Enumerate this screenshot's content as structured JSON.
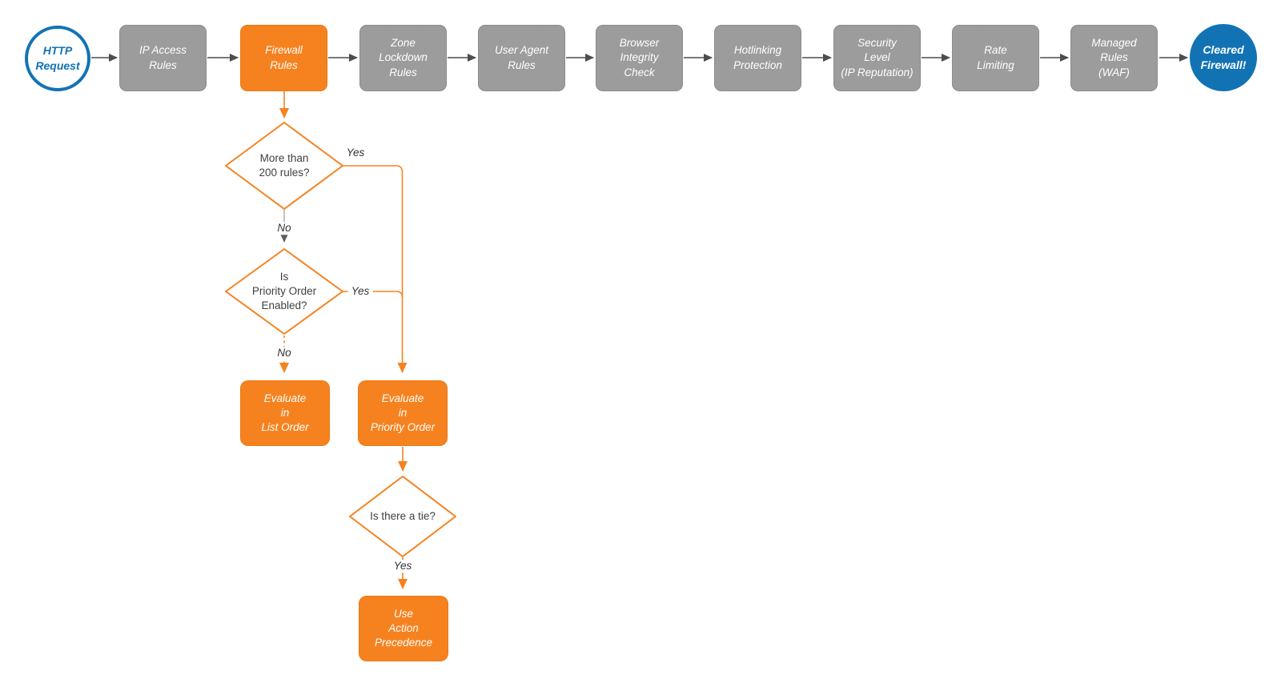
{
  "colors": {
    "orange": "#F6821F",
    "gray": "#9C9C9C",
    "blue": "#1273B4",
    "arrow_dark": "#4D4D4D"
  },
  "nodes": {
    "start": "HTTP\nRequest",
    "end": "Cleared\nFirewall!"
  },
  "pipeline": [
    "IP Access\nRules",
    "Firewall\nRules",
    "Zone\nLockdown\nRules",
    "User Agent\nRules",
    "Browser\nIntegrity\nCheck",
    "Hotlinking\nProtection",
    "Security\nLevel\n(IP Reputation)",
    "Rate\nLimiting",
    "Managed\nRules\n(WAF)"
  ],
  "decisions": {
    "rule_count": "More than\n200 rules?",
    "priority_order": "Is\nPriority Order\nEnabled?",
    "tie": "Is there a tie?"
  },
  "actions": {
    "list_order": "Evaluate\nin\nList Order",
    "priority_order": "Evaluate\nin\nPriority Order",
    "action_precedence": "Use\nAction\nPrecedence"
  },
  "edge_labels": {
    "d1_yes": "Yes",
    "d1_no": "No",
    "d2_yes": "Yes",
    "d2_no": "No",
    "d3_yes": "Yes"
  }
}
